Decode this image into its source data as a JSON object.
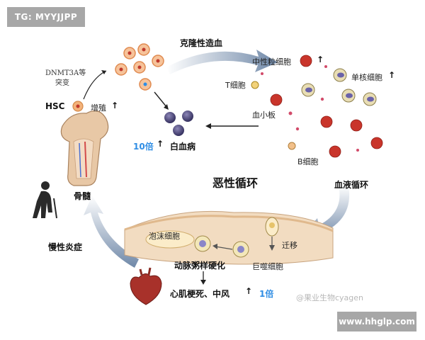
{
  "badges": {
    "top_left": "TG: MYYJJPP",
    "bottom_right": "www.hhglp.com"
  },
  "watermark": "@果业生物cyagen",
  "labels": {
    "dnmt3a_line1": "DNMT3A等",
    "dnmt3a_line2": "突变",
    "hsc": "HSC",
    "proliferation": "增殖",
    "clonal": "克隆性造血",
    "neutrophil": "中性粒细胞",
    "tcell": "T细胞",
    "monocyte": "单核细胞",
    "platelet": "血小板",
    "bcell": "B细胞",
    "tenfold": "10倍",
    "leukemia": "白血病",
    "vicious": "恶性循环",
    "blood_circ": "血液循环",
    "bone_marrow": "骨髓",
    "chronic": "慢性炎症",
    "foam": "泡沫细胞",
    "migrate": "迁移",
    "macrophage": "巨噬细胞",
    "atherosclerosis": "动脉粥样硬化",
    "mi_stroke": "心肌梗死、中风",
    "onefold": "1倍"
  },
  "arrow_up": "↑",
  "colors": {
    "accent_blue": "#2f8de4",
    "arrow_blue": "#6f88a8",
    "red_cell": "#c9352b",
    "vessel": "#e9c6a1"
  }
}
